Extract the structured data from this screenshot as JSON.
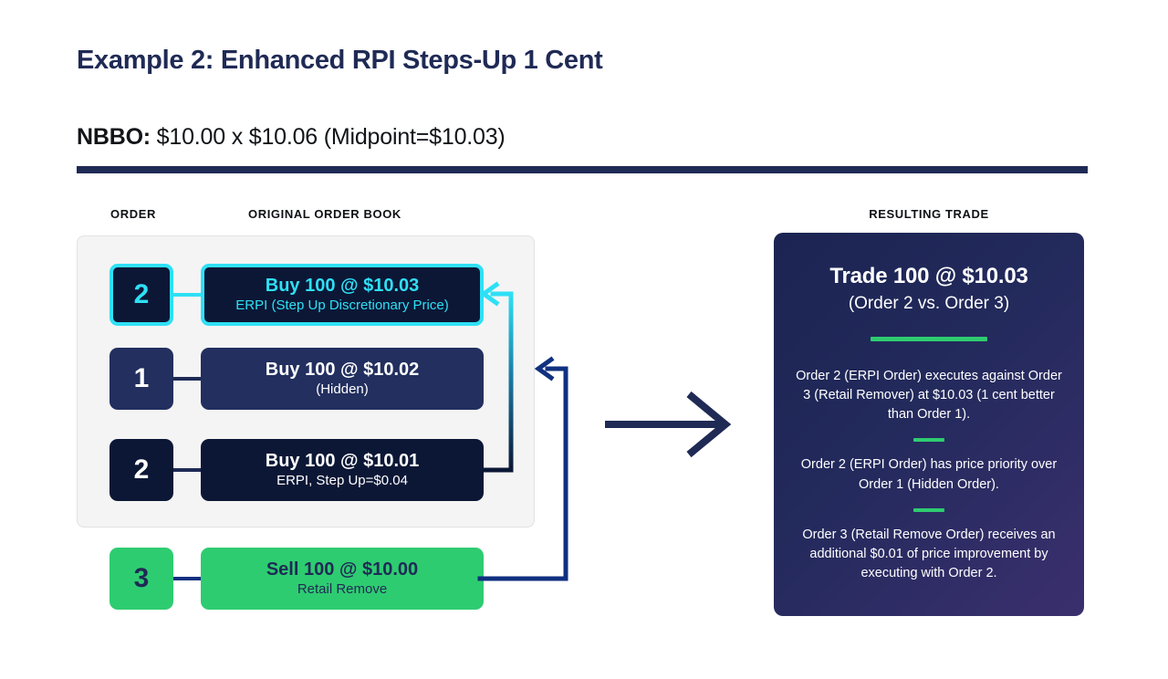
{
  "page": {
    "title": "Example 2: Enhanced RPI Steps-Up 1 Cent",
    "nbbo_label": "NBBO:",
    "nbbo_value": " $10.00 x $10.06 (Midpoint=$10.03)"
  },
  "headings": {
    "order": "ORDER",
    "order_book": "ORIGINAL ORDER BOOK",
    "resulting_trade": "RESULTING TRADE"
  },
  "orders": [
    {
      "badge": "2",
      "main": "Buy 100 @ $10.03",
      "sub": "ERPI (Step Up Discretionary Price)",
      "highlight": "cyan"
    },
    {
      "badge": "1",
      "main": "Buy 100 @ $10.02",
      "sub": "(Hidden)",
      "highlight": "navy-light"
    },
    {
      "badge": "2",
      "main": "Buy 100 @ $10.01",
      "sub": "ERPI, Step Up=$0.04",
      "highlight": "navy-dark"
    },
    {
      "badge": "3",
      "main": "Sell 100 @ $10.00",
      "sub": "Retail Remove",
      "highlight": "green"
    }
  ],
  "trade": {
    "title": "Trade 100 @ $10.03",
    "subtitle": "(Order 2 vs. Order 3)",
    "notes": [
      "Order 2 (ERPI Order) executes against Order 3 (Retail Remover) at $10.03 (1 cent better than Order 1).",
      "Order 2 (ERPI Order) has price priority over Order 1 (Hidden Order).",
      "Order 3 (Retail Remove Order) receives an additional $0.01 of price improvement by executing with Order 2."
    ]
  },
  "colors": {
    "navy": "#1f2a55",
    "navy_dark": "#0c1736",
    "navy_light": "#222f5f",
    "cyan": "#2ee0f5",
    "green": "#2ecc71",
    "connector_navy": "#103080",
    "panel_bg": "#f4f4f4"
  }
}
